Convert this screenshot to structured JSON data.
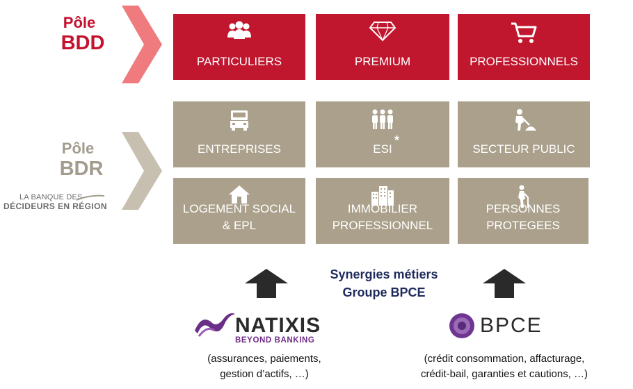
{
  "colors": {
    "bdd": "#c0162e",
    "bdr": "#aba08b",
    "arrow": "#2a2a2a",
    "synergies": "#1e2b5c"
  },
  "poles": {
    "bdd": {
      "line1": "Pôle",
      "line2": "BDD"
    },
    "bdr": {
      "line1": "Pôle",
      "line2": "BDR",
      "tagline1": "LA BANQUE DES",
      "tagline2": "DÉCIDEURS EN RÉGION"
    }
  },
  "tiles": {
    "particuliers": {
      "label": "PARTICULIERS",
      "icon": "people-icon"
    },
    "premium": {
      "label": "PREMIUM",
      "icon": "diamond-icon"
    },
    "professionnels": {
      "label": "PROFESSIONNELS",
      "icon": "cart-icon"
    },
    "entreprises": {
      "label": "ENTREPRISES",
      "icon": "truck-icon"
    },
    "esi": {
      "label": "ESI",
      "icon": "group-icon",
      "mark": "*"
    },
    "secteur_public": {
      "label": "SECTEUR PUBLIC",
      "icon": "worker-icon"
    },
    "logement_social": {
      "label": "LOGEMENT SOCIAL\n& EPL",
      "icon": "house-icon"
    },
    "immobilier": {
      "label": "IMMOBILIER\nPROFESSIONNEL",
      "icon": "buildings-icon"
    },
    "personnes": {
      "label": "PERSONNES\nPROTEGEES",
      "icon": "elderly-icon"
    }
  },
  "synergies": {
    "line1": "Synergies métiers",
    "line2": "Groupe BPCE"
  },
  "natixis": {
    "name": "NATIXIS",
    "tagline": "BEYOND BANKING",
    "desc1": "(assurances, paiements,",
    "desc2": "gestion d’actifs, …)"
  },
  "bpce": {
    "name": "BPCE",
    "desc1": "(crédit consommation, affacturage,",
    "desc2": "crédit-bail, garanties et cautions, …)"
  }
}
